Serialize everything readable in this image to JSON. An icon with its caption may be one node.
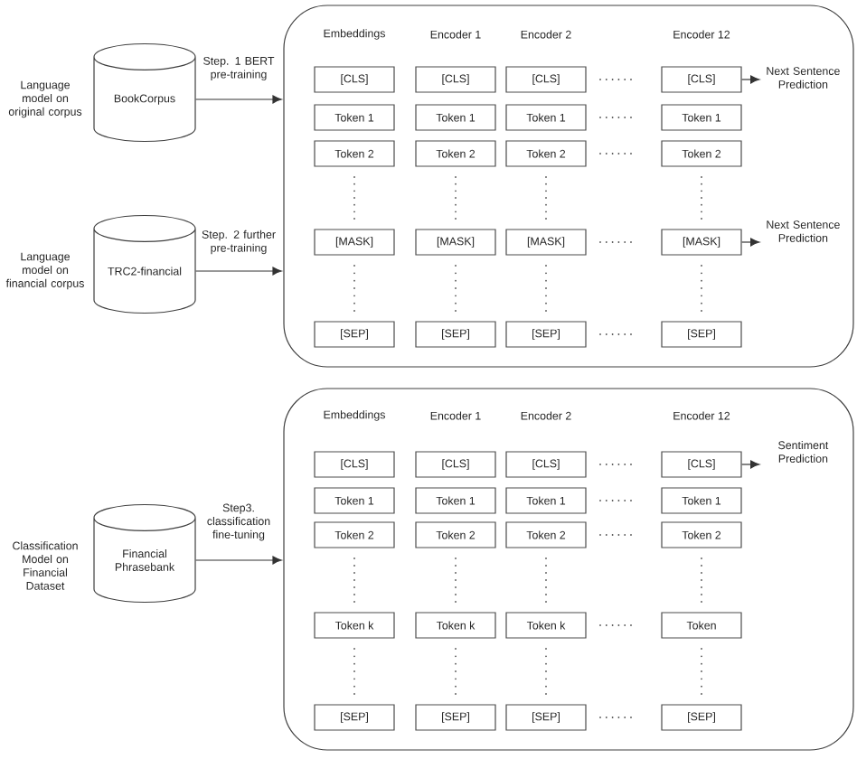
{
  "diagram": {
    "nodes": [
      {
        "text": [
          "BookCorpus"
        ]
      },
      {
        "text": [],
        "shape": "box"
      },
      {
        "text": [
          "[CLS]"
        ],
        "in": 1
      },
      {
        "text": [
          "[CLS]"
        ],
        "in": 1
      },
      {
        "text": [
          "[CLS]"
        ],
        "in": 1
      },
      {
        "text": [
          "[CLS]"
        ],
        "in": 1
      },
      {
        "text": [
          "Token 1"
        ],
        "in": 1
      },
      {
        "text": [
          "Token 1"
        ],
        "in": 1
      },
      {
        "text": [
          "Token 1"
        ],
        "in": 1
      },
      {
        "text": [
          "Token 1"
        ],
        "in": 1
      },
      {
        "text": [
          "Token 2"
        ],
        "in": 1
      },
      {
        "text": [
          "Token 2"
        ],
        "in": 1
      },
      {
        "text": [
          "Token 2"
        ],
        "in": 1
      },
      {
        "text": [
          "Token 2"
        ],
        "in": 1
      },
      {
        "text": [
          "[MASK]"
        ],
        "in": 1
      },
      {
        "text": [
          "[MASK]"
        ],
        "in": 1
      },
      {
        "text": [
          "[MASK]"
        ],
        "in": 1
      },
      {
        "text": [
          "[MASK]"
        ],
        "in": 1
      },
      {
        "text": [
          "[SEP]"
        ],
        "in": 1
      },
      {
        "text": [
          "[SEP]"
        ],
        "in": 1
      },
      {
        "text": [
          "[SEP]"
        ],
        "in": 1
      },
      {
        "text": [
          "[SEP]"
        ],
        "in": 1
      },
      {
        "text": [
          "Next Sentence Prediction"
        ],
        "in": 1
      },
      {
        "text": [
          "TRC2-financial"
        ]
      },
      {
        "text": [
          "Next Sentence Prediction"
        ],
        "in": 1
      },
      {
        "text": [
          "Financial Phrasebank"
        ]
      },
      {
        "text": [],
        "shape": "box"
      },
      {
        "text": [
          "[CLS]"
        ],
        "in": 26
      },
      {
        "text": [
          "[CLS]"
        ],
        "in": 26
      },
      {
        "text": [
          "[CLS]"
        ],
        "in": 26
      },
      {
        "text": [
          "[CLS]"
        ],
        "in": 26
      },
      {
        "text": [
          "Token 1"
        ],
        "in": 26
      },
      {
        "text": [
          "Token 1"
        ],
        "in": 26
      },
      {
        "text": [
          "Token 1"
        ],
        "in": 26
      },
      {
        "text": [
          "Token 1"
        ],
        "in": 26
      },
      {
        "text": [
          "Token 2"
        ],
        "in": 26
      },
      {
        "text": [
          "Token 2"
        ],
        "in": 26
      },
      {
        "text": [
          "Token 2"
        ],
        "in": 26
      },
      {
        "text": [
          "Token 2"
        ],
        "in": 26
      },
      {
        "text": [
          "Token k"
        ],
        "in": 26
      },
      {
        "text": [
          "Token k"
        ],
        "in": 26
      },
      {
        "text": [
          "Token k"
        ],
        "in": 26
      },
      {
        "text": [
          "Token"
        ],
        "in": 26
      },
      {
        "text": [
          "[SEP]"
        ],
        "in": 26
      },
      {
        "text": [
          "[SEP]"
        ],
        "in": 26
      },
      {
        "text": [
          "[SEP]"
        ],
        "in": 26
      },
      {
        "text": [
          "[SEP]"
        ],
        "in": 26
      },
      {
        "text": [
          "Sentiment Prediction"
        ],
        "in": 26
      }
    ],
    "edges": [
      {
        "from": 0,
        "to": 1,
        "arrow": "to",
        "label": "Step. 1 BERT pre-training"
      },
      {
        "from": 23,
        "to": 1,
        "arrow": "to",
        "label": "Step. 2 further pre-training"
      },
      {
        "from": 5,
        "to": 22,
        "arrow": "to"
      },
      {
        "from": 17,
        "to": 24,
        "arrow": "to"
      },
      {
        "from": 25,
        "to": 26,
        "arrow": "to",
        "label": "Step3. classification fine-tuning"
      },
      {
        "from": 30,
        "to": 47,
        "arrow": "to"
      }
    ],
    "labels": [
      "Language model on original corpus",
      "Embeddings",
      "Encoder 1",
      "Encoder 2",
      "Encoder 12",
      "Language model on financial corpus",
      "Classification Model on Financial Dataset",
      "Embeddings",
      "Encoder 1",
      "Encoder 2",
      "Encoder 12"
    ]
  }
}
